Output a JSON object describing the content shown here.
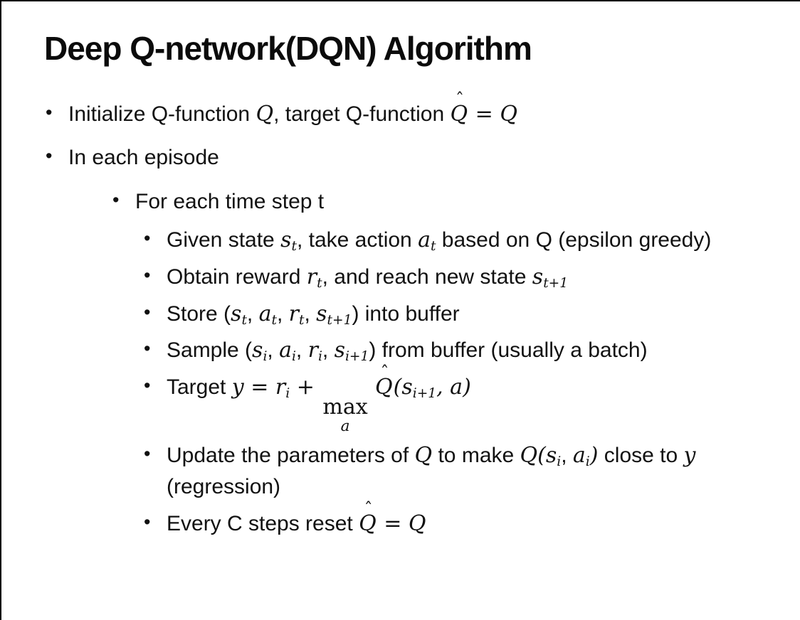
{
  "slide": {
    "title": "Deep Q-network(DQN) Algorithm",
    "bullet_char": "•",
    "colors": {
      "background": "#ffffff",
      "text": "#111111",
      "frame_border": "#000000"
    },
    "bullets": [
      {
        "level": 1,
        "segments": [
          {
            "k": "t",
            "v": "Initialize Q-function "
          },
          {
            "k": "m",
            "v": "Q"
          },
          {
            "k": "t",
            "v": ", target Q-function "
          },
          {
            "k": "hat",
            "v": "Q",
            "mark": "ˆ"
          },
          {
            "k": "m",
            "v": " = Q"
          }
        ]
      },
      {
        "level": 1,
        "segments": [
          {
            "k": "t",
            "v": "In each episode"
          }
        ]
      },
      {
        "level": 2,
        "segments": [
          {
            "k": "t",
            "v": "For each time step t"
          }
        ]
      },
      {
        "level": 3,
        "segments": [
          {
            "k": "t",
            "v": "Given state "
          },
          {
            "k": "sub",
            "b": "s",
            "s": "t"
          },
          {
            "k": "t",
            "v": ", take action "
          },
          {
            "k": "sub",
            "b": "a",
            "s": "t"
          },
          {
            "k": "t",
            "v": " based on Q (epsilon greedy)"
          }
        ]
      },
      {
        "level": 3,
        "segments": [
          {
            "k": "t",
            "v": "Obtain reward "
          },
          {
            "k": "sub",
            "b": "r",
            "s": "t"
          },
          {
            "k": "t",
            "v": ", and reach new state "
          },
          {
            "k": "sub",
            "b": "s",
            "s": "t+1"
          }
        ]
      },
      {
        "level": 3,
        "segments": [
          {
            "k": "t",
            "v": "Store ("
          },
          {
            "k": "sub",
            "b": "s",
            "s": "t"
          },
          {
            "k": "t",
            "v": ", "
          },
          {
            "k": "sub",
            "b": "a",
            "s": "t"
          },
          {
            "k": "t",
            "v": ", "
          },
          {
            "k": "sub",
            "b": "r",
            "s": "t"
          },
          {
            "k": "t",
            "v": ", "
          },
          {
            "k": "sub",
            "b": "s",
            "s": "t+1"
          },
          {
            "k": "t",
            "v": ") into buffer"
          }
        ]
      },
      {
        "level": 3,
        "segments": [
          {
            "k": "t",
            "v": "Sample ("
          },
          {
            "k": "sub",
            "b": "s",
            "s": "i"
          },
          {
            "k": "t",
            "v": ", "
          },
          {
            "k": "sub",
            "b": "a",
            "s": "i"
          },
          {
            "k": "t",
            "v": ", "
          },
          {
            "k": "sub",
            "b": "r",
            "s": "i"
          },
          {
            "k": "t",
            "v": ", "
          },
          {
            "k": "sub",
            "b": "s",
            "s": "i+1"
          },
          {
            "k": "t",
            "v": ") from buffer (usually a batch)"
          }
        ]
      },
      {
        "level": 3,
        "segments": [
          {
            "k": "t",
            "v": "Target "
          },
          {
            "k": "m",
            "v": "y = "
          },
          {
            "k": "sub",
            "b": "r",
            "s": "i"
          },
          {
            "k": "m",
            "v": " + "
          },
          {
            "k": "under",
            "v": "max",
            "u": "a"
          },
          {
            "k": "t",
            "v": " "
          },
          {
            "k": "hat",
            "v": "Q",
            "mark": "ˆ"
          },
          {
            "k": "m",
            "v": "("
          },
          {
            "k": "sub",
            "b": "s",
            "s": "i+1"
          },
          {
            "k": "m",
            "v": ", a)"
          }
        ]
      },
      {
        "level": 3,
        "segments": [
          {
            "k": "t",
            "v": "Update the parameters of "
          },
          {
            "k": "m",
            "v": "Q"
          },
          {
            "k": "t",
            "v": " to make "
          },
          {
            "k": "m",
            "v": "Q("
          },
          {
            "k": "sub",
            "b": "s",
            "s": "i"
          },
          {
            "k": "t",
            "v": ", "
          },
          {
            "k": "sub",
            "b": "a",
            "s": "i"
          },
          {
            "k": "m",
            "v": ")"
          },
          {
            "k": "t",
            "v": " close to "
          },
          {
            "k": "m",
            "v": "y"
          },
          {
            "k": "t",
            "v": " (regression)"
          }
        ]
      },
      {
        "level": 3,
        "segments": [
          {
            "k": "t",
            "v": "Every C steps reset "
          },
          {
            "k": "hat",
            "v": "Q",
            "mark": "ˆ"
          },
          {
            "k": "m",
            "v": " = Q"
          }
        ]
      }
    ]
  }
}
